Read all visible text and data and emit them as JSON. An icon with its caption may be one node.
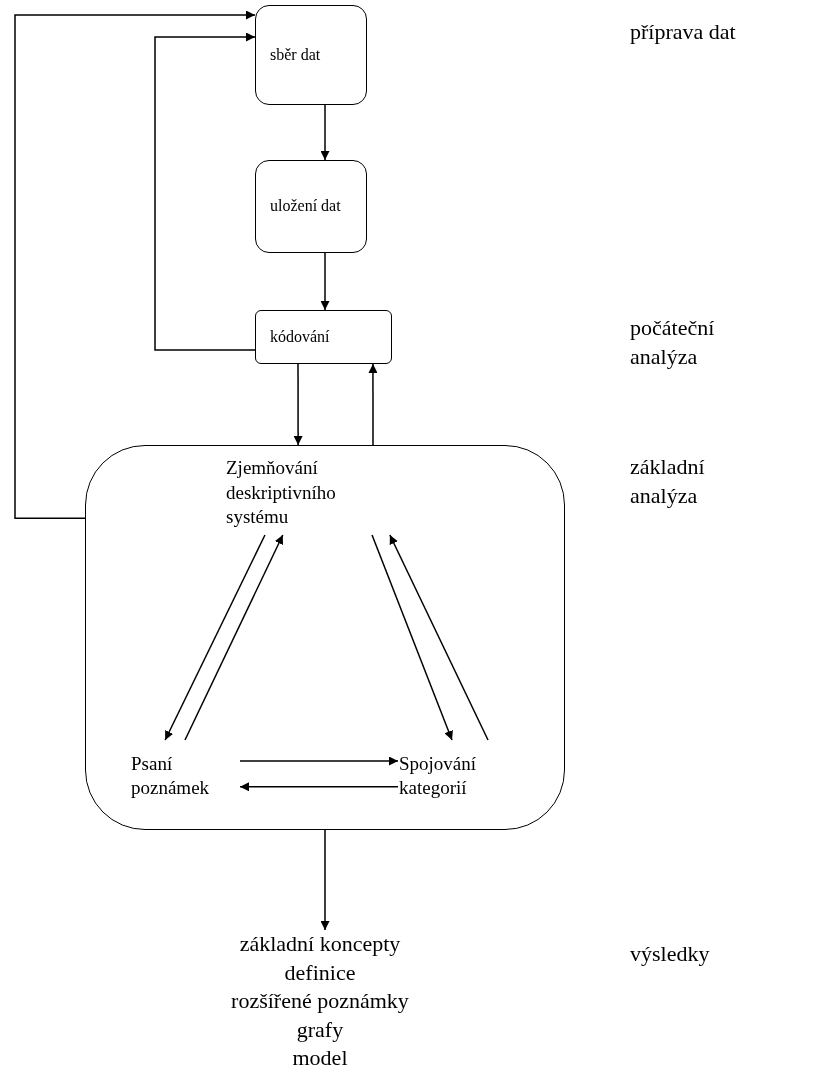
{
  "diagram": {
    "nodes": [
      {
        "text": [
          "sběr dat"
        ]
      },
      {
        "text": [
          "uložení dat"
        ]
      },
      {
        "text": [
          "kódování"
        ]
      },
      {
        "text": [],
        "shape": "box"
      },
      {
        "text": [
          "Zjemňování deskriptivního systému"
        ],
        "in": 3
      },
      {
        "text": [
          "Psaní poznámek"
        ],
        "in": 3
      },
      {
        "text": [
          "Spojování kategorií"
        ],
        "in": 3
      },
      {
        "text": [
          "základní koncepty",
          "definice",
          "rozšířené poznámky",
          "grafy",
          "model"
        ]
      }
    ],
    "edges": [
      {
        "from": 0,
        "to": 1,
        "arrow": "to"
      },
      {
        "from": 1,
        "to": 2,
        "arrow": "to"
      },
      {
        "from": 2,
        "to": 0,
        "arrow": "to"
      },
      {
        "from": 3,
        "to": 0,
        "arrow": "to"
      },
      {
        "from": 2,
        "to": 3,
        "arrow": "to"
      },
      {
        "from": 3,
        "to": 2,
        "arrow": "to"
      },
      {
        "from": 4,
        "to": 5,
        "arrow": "to"
      },
      {
        "from": 5,
        "to": 4,
        "arrow": "to"
      },
      {
        "from": 4,
        "to": 6,
        "arrow": "to"
      },
      {
        "from": 6,
        "to": 4,
        "arrow": "to"
      },
      {
        "from": 5,
        "to": 6,
        "arrow": "to"
      },
      {
        "from": 6,
        "to": 5,
        "arrow": "to"
      },
      {
        "from": 3,
        "to": 7,
        "arrow": "to"
      }
    ],
    "labels": [
      "příprava dat",
      "počáteční analýza",
      "základní analýza",
      "výsledky"
    ]
  }
}
